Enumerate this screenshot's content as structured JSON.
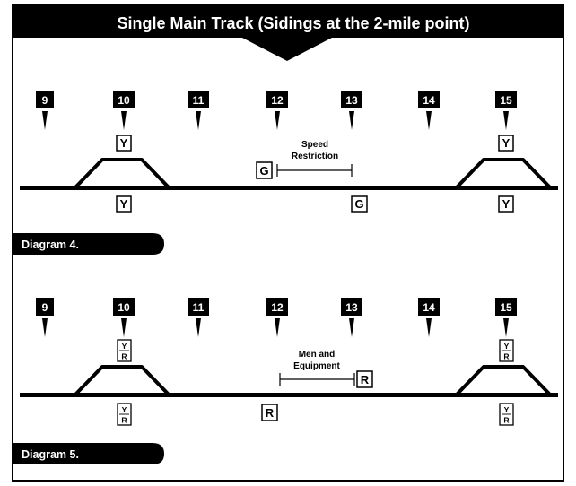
{
  "title": "Single Main Track (Sidings at the 2-mile point)",
  "colors": {
    "ink": "#000000",
    "paper": "#ffffff"
  },
  "diagram_4": {
    "label": "Diagram 4.",
    "mileposts": [
      "9",
      "10",
      "11",
      "12",
      "13",
      "14",
      "15"
    ],
    "signals": [
      {
        "id": "sig-siding-left",
        "text": "Y"
      },
      {
        "id": "sig-main-left",
        "text": "Y"
      },
      {
        "id": "sig-restriction-start",
        "text": "G"
      },
      {
        "id": "sig-main-mid",
        "text": "G"
      },
      {
        "id": "sig-siding-right",
        "text": "Y"
      },
      {
        "id": "sig-main-right",
        "text": "Y"
      }
    ],
    "zone_label_line1": "Speed",
    "zone_label_line2": "Restriction"
  },
  "diagram_5": {
    "label": "Diagram 5.",
    "mileposts": [
      "9",
      "10",
      "11",
      "12",
      "13",
      "14",
      "15"
    ],
    "split_signals": [
      {
        "id": "sig-siding-left",
        "top": "Y",
        "bottom": "R"
      },
      {
        "id": "sig-main-left",
        "top": "Y",
        "bottom": "R"
      },
      {
        "id": "sig-siding-right",
        "top": "Y",
        "bottom": "R"
      },
      {
        "id": "sig-main-right",
        "top": "Y",
        "bottom": "R"
      }
    ],
    "signals": [
      {
        "id": "sig-zone-end",
        "text": "R"
      },
      {
        "id": "sig-main-mid",
        "text": "R"
      }
    ],
    "zone_label_line1": "Men and",
    "zone_label_line2": "Equipment"
  }
}
